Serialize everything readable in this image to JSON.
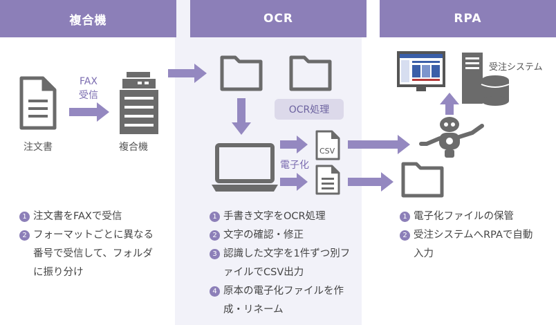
{
  "columns": [
    {
      "header": "複合機"
    },
    {
      "header": "OCR"
    },
    {
      "header": "RPA"
    }
  ],
  "col1": {
    "doc_label": "注文書",
    "fax_label_line1": "FAX",
    "fax_label_line2": "受信",
    "machine_label": "複合機",
    "steps": [
      {
        "num": "1",
        "text": "注文書をFAXで受信"
      },
      {
        "num": "2",
        "text": "フォーマットごとに異なる番号で受信して、フォルダに振り分け"
      }
    ]
  },
  "col2": {
    "ocr_pill": "OCR処理",
    "digitize_label": "電子化",
    "csv_label": "CSV",
    "steps": [
      {
        "num": "1",
        "text": "手書き文字をOCR処理"
      },
      {
        "num": "2",
        "text": "文字の確認・修正"
      },
      {
        "num": "3",
        "text": "認識した文字を1件ずつ別ファイルでCSV出力"
      },
      {
        "num": "4",
        "text": "原本の電子化ファイルを作成・リネーム"
      }
    ]
  },
  "col3": {
    "system_label": "受注システム",
    "steps": [
      {
        "num": "1",
        "text": "電子化ファイルの保管"
      },
      {
        "num": "2",
        "text": "受注システムへRPAで自動入力"
      }
    ]
  },
  "colors": {
    "header": "#8c7fb8",
    "arrow": "#9488c0",
    "icon": "#6b6b6b",
    "column_bg": "#f2f2f9",
    "pill_bg": "#dcd9ea"
  }
}
